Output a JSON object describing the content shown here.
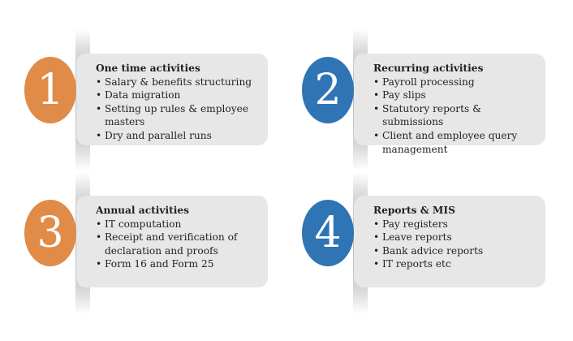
{
  "colors": {
    "orange": "#e08b47",
    "blue": "#2f74b5",
    "panel": "#e7e7e7"
  },
  "blocks": [
    {
      "number": "1",
      "color": "#e08b47",
      "title": "One time activities",
      "items": [
        "Salary & benefits structuring",
        "Data migration",
        "Setting up rules & employee masters",
        "Dry and parallel runs"
      ]
    },
    {
      "number": "2",
      "color": "#2f74b5",
      "title": "Recurring activities",
      "items": [
        "Payroll processing",
        "Pay slips",
        "Statutory reports & submissions",
        "Client and employee query management"
      ]
    },
    {
      "number": "3",
      "color": "#e08b47",
      "title": "Annual activities",
      "items": [
        "IT computation",
        "Receipt and verification of declaration and proofs",
        "Form 16 and Form 25"
      ]
    },
    {
      "number": "4",
      "color": "#2f74b5",
      "title": "Reports & MIS",
      "items": [
        "Pay registers",
        "Leave reports",
        "Bank advice reports",
        "IT reports etc"
      ]
    }
  ]
}
